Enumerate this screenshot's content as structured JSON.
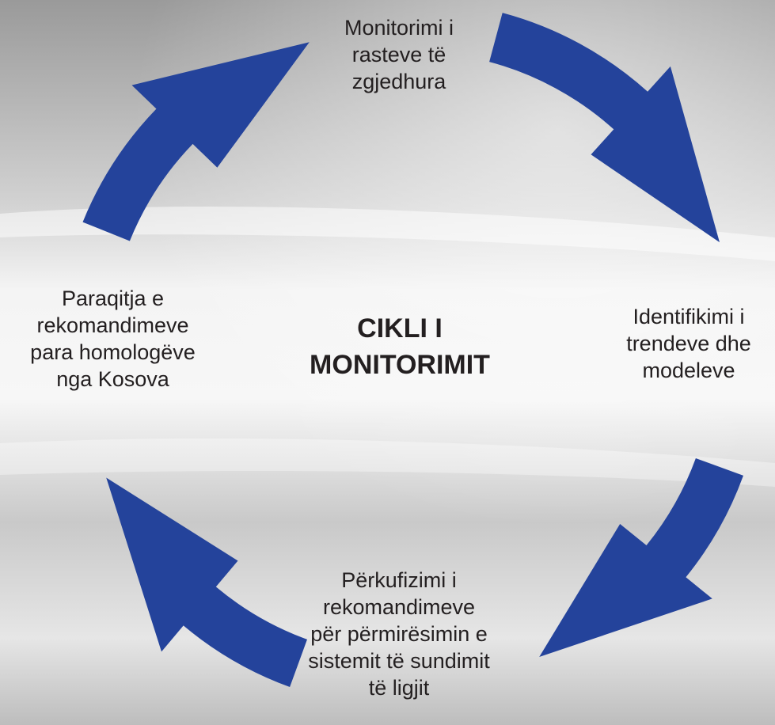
{
  "colors": {
    "arrow": "#24439B",
    "text": "#231F20"
  },
  "diagram": {
    "center_title": [
      "CIKLI I",
      "MONITORIMIT"
    ],
    "steps": [
      {
        "lines": [
          "Monitorimi i",
          "rasteve të",
          "zgjedhura"
        ]
      },
      {
        "lines": [
          "Identifikimi i",
          "trendeve dhe",
          "modeleve"
        ]
      },
      {
        "lines": [
          "Përkufizimi i",
          "rekomandimeve",
          "për përmirësimin e",
          "sistemit të sundimit",
          "të ligjit"
        ]
      },
      {
        "lines": [
          "Paraqitja e",
          "rekomandimeve",
          "para homologëve",
          "nga Kosova"
        ]
      }
    ]
  }
}
